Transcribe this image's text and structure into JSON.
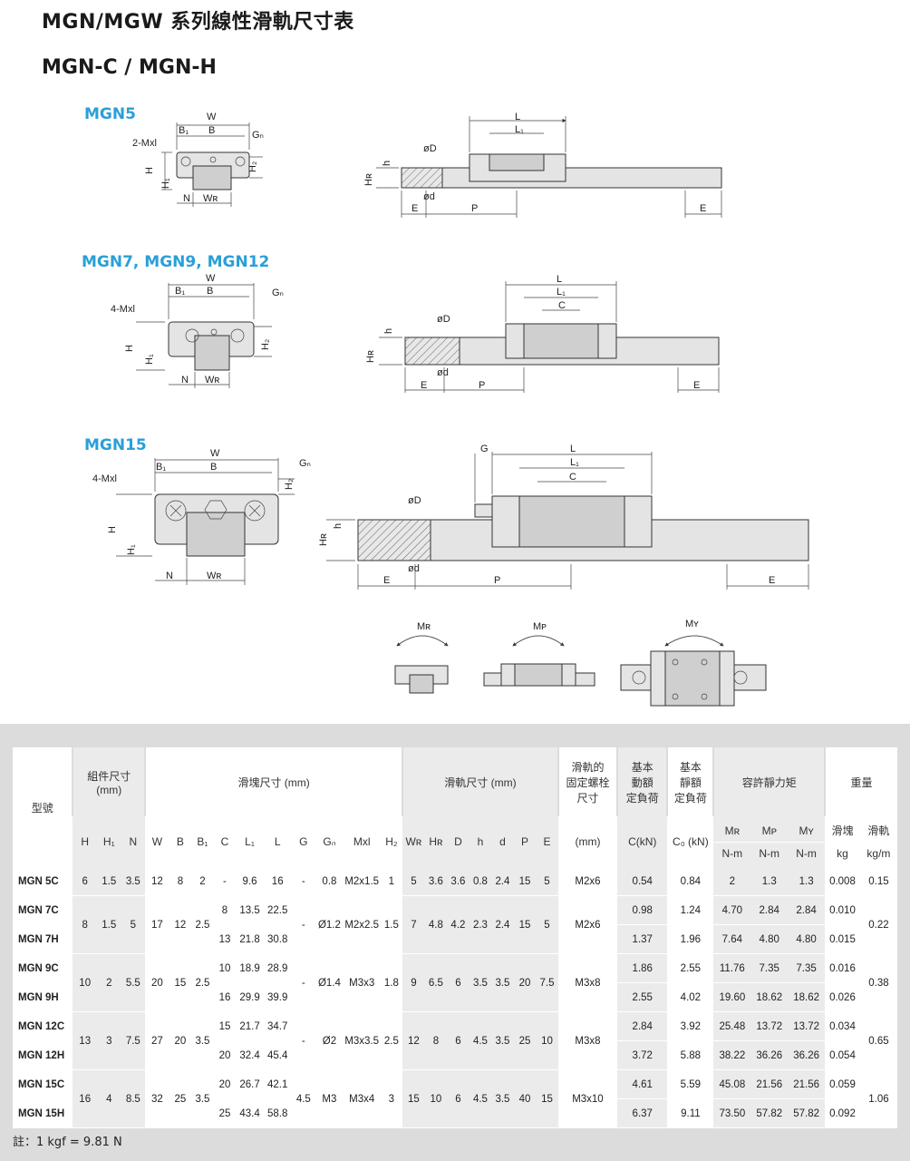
{
  "title": "MGN/MGW 系列線性滑軌尺寸表",
  "subtitle": "MGN-C / MGN-H",
  "sections": {
    "mgn5": "MGN5",
    "mgn7912": "MGN7, MGN9, MGN12",
    "mgn15": "MGN15"
  },
  "drawing_labels": {
    "W": "W",
    "B": "B",
    "B1": "B₁",
    "Gn": "Gₙ",
    "H": "H",
    "H1": "H₁",
    "H2": "H₂",
    "N": "N",
    "WR": "Wʀ",
    "HR": "Hʀ",
    "h": "h",
    "D": "øD",
    "d": "ød",
    "L": "L",
    "L1": "L₁",
    "C": "C",
    "E": "E",
    "P": "P",
    "G": "G",
    "mx2": "2-Mxl",
    "mx4": "4-Mxl",
    "MR": "Mʀ",
    "MP": "Mᴘ",
    "MY": "Mʏ"
  },
  "table": {
    "headers": {
      "model": "型號",
      "assembly": "組件尺寸\n(mm)",
      "block": "滑塊尺寸 (mm)",
      "rail": "滑軌尺寸 (mm)",
      "bolt": "滑軌的\n固定螺栓\n尺寸",
      "dyn": "基本\n動額\n定負荷",
      "stat": "基本\n靜額\n定負荷",
      "moment": "容許靜力矩",
      "weight": "重量",
      "MR": "Mʀ",
      "MP": "Mᴘ",
      "MY": "Mʏ",
      "w_block": "滑塊",
      "w_rail": "滑軌",
      "cols": [
        "H",
        "H₁",
        "N",
        "W",
        "B",
        "B₁",
        "C",
        "L₁",
        "L",
        "G",
        "Gₙ",
        "Mxl",
        "H₂",
        "Wʀ",
        "Hʀ",
        "D",
        "h",
        "d",
        "P",
        "E",
        "(mm)",
        "C(kN)",
        "C₀ (kN)",
        "N-m",
        "N-m",
        "N-m",
        "kg",
        "kg/m"
      ]
    },
    "groups": [
      {
        "rows": [
          {
            "model": "MGN 5C",
            "C": "-",
            "L1": "9.6",
            "L": "16",
            "C_dyn": "0.54",
            "C0": "0.84",
            "MR": "2",
            "MP": "1.3",
            "MY": "1.3",
            "wb": "0.008"
          }
        ],
        "H": "6",
        "H1": "1.5",
        "N": "3.5",
        "W": "12",
        "B": "8",
        "B1": "2",
        "G": "-",
        "Gn": "0.8",
        "Mxl": "M2x1.5",
        "H2": "1",
        "WR": "5",
        "HR": "3.6",
        "D": "3.6",
        "h": "0.8",
        "d": "2.4",
        "P": "15",
        "E": "5",
        "bolt": "M2x6",
        "wr": "0.15"
      },
      {
        "rows": [
          {
            "model": "MGN 7C",
            "C": "8",
            "L1": "13.5",
            "L": "22.5",
            "C_dyn": "0.98",
            "C0": "1.24",
            "MR": "4.70",
            "MP": "2.84",
            "MY": "2.84",
            "wb": "0.010"
          },
          {
            "model": "MGN 7H",
            "C": "13",
            "L1": "21.8",
            "L": "30.8",
            "C_dyn": "1.37",
            "C0": "1.96",
            "MR": "7.64",
            "MP": "4.80",
            "MY": "4.80",
            "wb": "0.015"
          }
        ],
        "H": "8",
        "H1": "1.5",
        "N": "5",
        "W": "17",
        "B": "12",
        "B1": "2.5",
        "G": "-",
        "Gn": "Ø1.2",
        "Mxl": "M2x2.5",
        "H2": "1.5",
        "WR": "7",
        "HR": "4.8",
        "D": "4.2",
        "h": "2.3",
        "d": "2.4",
        "P": "15",
        "E": "5",
        "bolt": "M2x6",
        "wr": "0.22"
      },
      {
        "rows": [
          {
            "model": "MGN 9C",
            "C": "10",
            "L1": "18.9",
            "L": "28.9",
            "C_dyn": "1.86",
            "C0": "2.55",
            "MR": "11.76",
            "MP": "7.35",
            "MY": "7.35",
            "wb": "0.016"
          },
          {
            "model": "MGN 9H",
            "C": "16",
            "L1": "29.9",
            "L": "39.9",
            "C_dyn": "2.55",
            "C0": "4.02",
            "MR": "19.60",
            "MP": "18.62",
            "MY": "18.62",
            "wb": "0.026"
          }
        ],
        "H": "10",
        "H1": "2",
        "N": "5.5",
        "W": "20",
        "B": "15",
        "B1": "2.5",
        "G": "-",
        "Gn": "Ø1.4",
        "Mxl": "M3x3",
        "H2": "1.8",
        "WR": "9",
        "HR": "6.5",
        "D": "6",
        "h": "3.5",
        "d": "3.5",
        "P": "20",
        "E": "7.5",
        "bolt": "M3x8",
        "wr": "0.38"
      },
      {
        "rows": [
          {
            "model": "MGN 12C",
            "C": "15",
            "L1": "21.7",
            "L": "34.7",
            "C_dyn": "2.84",
            "C0": "3.92",
            "MR": "25.48",
            "MP": "13.72",
            "MY": "13.72",
            "wb": "0.034"
          },
          {
            "model": "MGN 12H",
            "C": "20",
            "L1": "32.4",
            "L": "45.4",
            "C_dyn": "3.72",
            "C0": "5.88",
            "MR": "38.22",
            "MP": "36.26",
            "MY": "36.26",
            "wb": "0.054"
          }
        ],
        "H": "13",
        "H1": "3",
        "N": "7.5",
        "W": "27",
        "B": "20",
        "B1": "3.5",
        "G": "-",
        "Gn": "Ø2",
        "Mxl": "M3x3.5",
        "H2": "2.5",
        "WR": "12",
        "HR": "8",
        "D": "6",
        "h": "4.5",
        "d": "3.5",
        "P": "25",
        "E": "10",
        "bolt": "M3x8",
        "wr": "0.65"
      },
      {
        "rows": [
          {
            "model": "MGN 15C",
            "C": "20",
            "L1": "26.7",
            "L": "42.1",
            "C_dyn": "4.61",
            "C0": "5.59",
            "MR": "45.08",
            "MP": "21.56",
            "MY": "21.56",
            "wb": "0.059"
          },
          {
            "model": "MGN 15H",
            "C": "25",
            "L1": "43.4",
            "L": "58.8",
            "C_dyn": "6.37",
            "C0": "9.11",
            "MR": "73.50",
            "MP": "57.82",
            "MY": "57.82",
            "wb": "0.092"
          }
        ],
        "H": "16",
        "H1": "4",
        "N": "8.5",
        "W": "32",
        "B": "25",
        "B1": "3.5",
        "G": "4.5",
        "Gn": "M3",
        "Mxl": "M3x4",
        "H2": "3",
        "WR": "15",
        "HR": "10",
        "D": "6",
        "h": "4.5",
        "d": "3.5",
        "P": "40",
        "E": "15",
        "bolt": "M3x10",
        "wr": "1.06"
      }
    ]
  },
  "footnote": "註：1 kgf = 9.81 N"
}
